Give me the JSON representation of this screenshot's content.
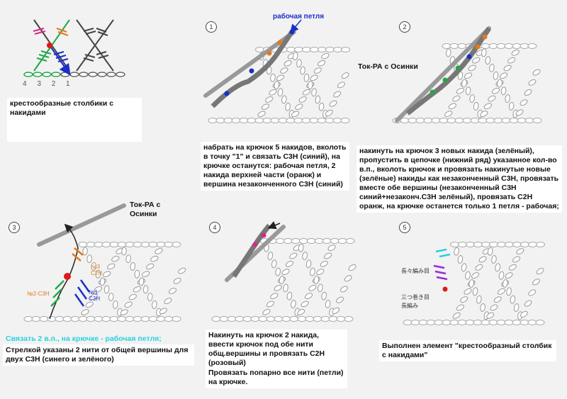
{
  "colors": {
    "blue": "#1a2fc9",
    "green": "#22a84a",
    "orange": "#e07a1f",
    "red": "#e01818",
    "pink": "#d62a8a",
    "cyan": "#2ad0e0",
    "purple": "#9a2ad6",
    "yarn": "#8a8a8a",
    "chain": "#bbbbbb"
  },
  "legend": {
    "chain_numbers": [
      "4",
      "3",
      "2",
      "1"
    ],
    "caption": "крестообразные столбики с накидами"
  },
  "steps": [
    {
      "num": "1",
      "label": "рабочая петля",
      "text": "набрать на крючок 5 накидов, вколоть в точку \"1\" и связать С3Н (синий), на крючке останутся: рабочая петля, 2 накида верхней части (оранж) и вершина незаконченного С3Н (синий)"
    },
    {
      "num": "2",
      "credit": "Ток-РА с Осинки",
      "text": "накинуть на крючок 3 новых накида (зелёный), пропустить в цепочке (нижний ряд) указанное кол-во в.п., вколоть крючок и провязать накинутые новые (зелёные) накиды как незаконченный С3Н, провязать вместе обе вершины (незаконченный С3Н синий+незаконч.С3Н зелёный), провязать С2Н оранж, на крючке останется только 1 петля - рабочая;"
    },
    {
      "num": "3",
      "credit": "Ток-РА с Осинки",
      "labels": [
        "№3 С2Н",
        "№2-С3Н",
        "№1 С3Н"
      ],
      "highlight": "Связать 2 в.п., на крючке - рабочая петля;",
      "text": "Стрелкой указаны 2 нити от общей вершины для двух С3Н (синего и зелёного)"
    },
    {
      "num": "4",
      "text": "Накинуть на крючок 2 накида, ввести крючок под обе нити общ.вершины и провязать С2Н (розовый)",
      "text2": "Провязать попарно все нити (петли) на крючке."
    },
    {
      "num": "5",
      "labels": [
        "長々編み目",
        "三つ巻き目",
        "長編み"
      ],
      "text": "Выполнен элемент \"крестообразный столбик с накидами\""
    }
  ]
}
